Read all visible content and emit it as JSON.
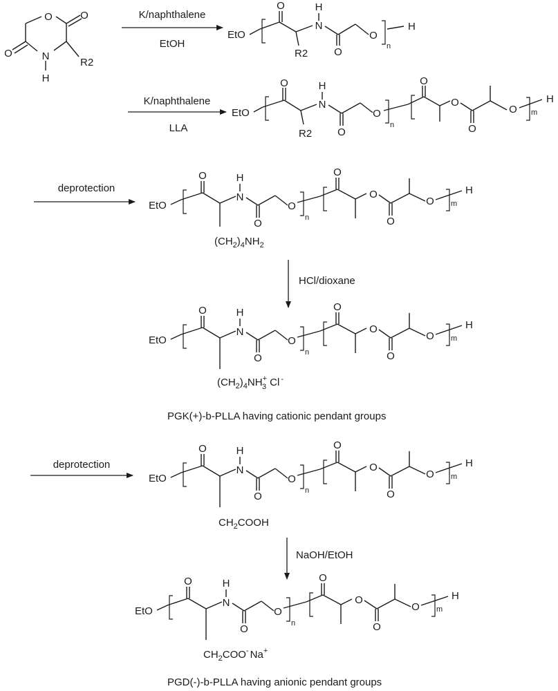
{
  "monomer": {
    "substituent": "R2",
    "ring_nh": "H",
    "ring_n": "N"
  },
  "atoms": {
    "oxygen": "O",
    "nitrogen": "N",
    "hydrogen": "H",
    "end_group": "EtO",
    "terminal_h": "H"
  },
  "subscripts": {
    "n": "n",
    "m": "m",
    "two": "2",
    "three": "3",
    "four": "4"
  },
  "steps": [
    {
      "top": "K/naphthalene",
      "bottom": "EtOH"
    },
    {
      "top": "K/naphthalene",
      "bottom": "LLA"
    },
    {
      "label": "deprotection"
    },
    {
      "label": "HCl/dioxane"
    },
    {
      "label": "deprotection"
    },
    {
      "label": "NaOH/EtOH"
    }
  ],
  "side_chains": {
    "lysine_amine": {
      "group": "(CH",
      "sub1": "2",
      "mid": ")",
      "sub2": "4",
      "end": "NH",
      "sub3": "2"
    },
    "lysine_salt": {
      "group": "(CH",
      "sub1": "2",
      "mid": ")",
      "sub2": "4",
      "end": "NH",
      "sub3": "3",
      "charge": "+",
      "counterion": "Cl",
      "counter_charge": "-"
    },
    "acid": {
      "group": "CH",
      "sub1": "2",
      "end": "COOH"
    },
    "carboxylate": {
      "group": "CH",
      "sub1": "2",
      "end": "COO",
      "charge": "-",
      "counterion": "Na",
      "counter_charge": "+"
    }
  },
  "captions": {
    "cationic": "PGK(+)-b-PLLA having cationic pendant groups",
    "anionic": "PGD(-)-b-PLLA having anionic pendant groups"
  }
}
